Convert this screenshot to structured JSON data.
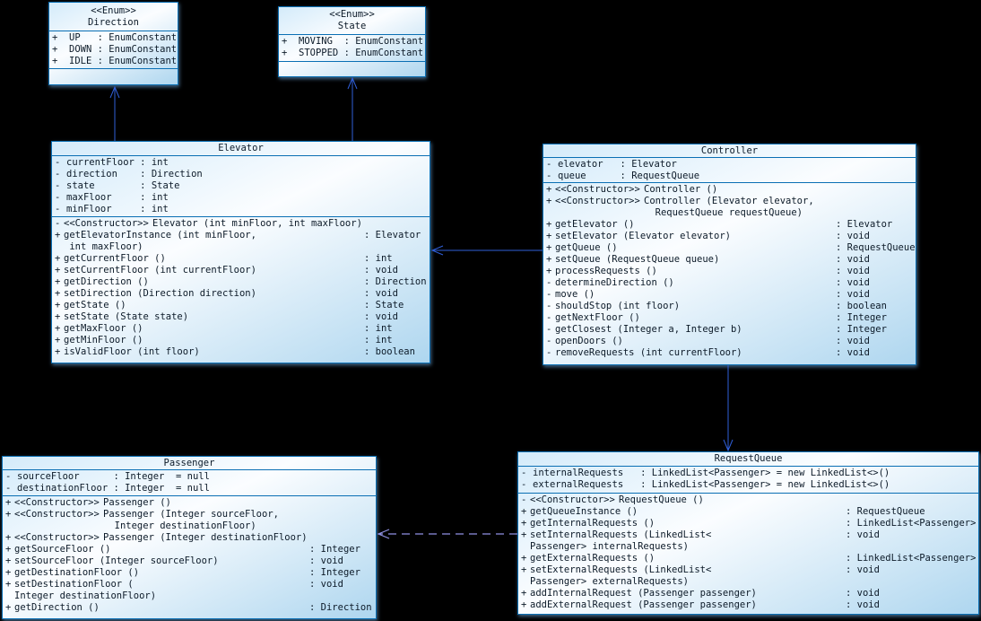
{
  "diagram": {
    "background": "#000000",
    "colors": {
      "box_border": "#0a6fb4",
      "box_fill_light": "#fbfdff",
      "box_fill_blue": "#aed6ef",
      "arrow_solid": "#2f5fd9",
      "arrow_dashed": "#8f90e2",
      "text": "#0c1a28"
    },
    "relations": [
      {
        "from": "Elevator",
        "to": "Direction",
        "type": "association",
        "style": "solid",
        "arrowhead": "open"
      },
      {
        "from": "Elevator",
        "to": "State",
        "type": "association",
        "style": "solid",
        "arrowhead": "open"
      },
      {
        "from": "Controller",
        "to": "Elevator",
        "type": "association",
        "style": "solid",
        "arrowhead": "open"
      },
      {
        "from": "Controller",
        "to": "RequestQueue",
        "type": "association",
        "style": "solid",
        "arrowhead": "open"
      },
      {
        "from": "RequestQueue",
        "to": "Passenger",
        "type": "dependency",
        "style": "dashed",
        "arrowhead": "open"
      }
    ]
  },
  "classes": [
    {
      "id": "direction",
      "stereotype": "<<Enum>>",
      "name": "Direction",
      "fields": [
        {
          "vis": "+",
          "name": "UP",
          "type": "EnumConstant"
        },
        {
          "vis": "+",
          "name": "DOWN",
          "type": "EnumConstant"
        },
        {
          "vis": "+",
          "name": "IDLE",
          "type": "EnumConstant"
        }
      ],
      "methods": []
    },
    {
      "id": "state",
      "stereotype": "<<Enum>>",
      "name": "State",
      "fields": [
        {
          "vis": "+",
          "name": "MOVING",
          "type": "EnumConstant"
        },
        {
          "vis": "+",
          "name": "STOPPED",
          "type": "EnumConstant"
        }
      ],
      "methods": []
    },
    {
      "id": "elevator",
      "name": "Elevator",
      "fields": [
        {
          "vis": "-",
          "name": "currentFloor",
          "type": "int"
        },
        {
          "vis": "-",
          "name": "direction",
          "type": "Direction"
        },
        {
          "vis": "-",
          "name": "state",
          "type": "State"
        },
        {
          "vis": "-",
          "name": "maxFloor",
          "type": "int"
        },
        {
          "vis": "-",
          "name": "minFloor",
          "type": "int"
        }
      ],
      "methods": [
        {
          "vis": "-",
          "stereo": "<<Constructor>>",
          "sig": "Elevator (int minFloor, int maxFloor)"
        },
        {
          "vis": "+",
          "sig": "getElevatorInstance (int minFloor,\n int maxFloor)",
          "ret": "Elevator"
        },
        {
          "vis": "+",
          "sig": "getCurrentFloor ()",
          "ret": "int"
        },
        {
          "vis": "+",
          "sig": "setCurrentFloor (int currentFloor)",
          "ret": "void"
        },
        {
          "vis": "+",
          "sig": "getDirection ()",
          "ret": "Direction"
        },
        {
          "vis": "+",
          "sig": "setDirection (Direction direction)",
          "ret": "void"
        },
        {
          "vis": "+",
          "sig": "getState ()",
          "ret": "State"
        },
        {
          "vis": "+",
          "sig": "setState (State state)",
          "ret": "void"
        },
        {
          "vis": "+",
          "sig": "getMaxFloor ()",
          "ret": "int"
        },
        {
          "vis": "+",
          "sig": "getMinFloor ()",
          "ret": "int"
        },
        {
          "vis": "+",
          "sig": "isValidFloor (int floor)",
          "ret": "boolean"
        }
      ]
    },
    {
      "id": "controller",
      "name": "Controller",
      "fields": [
        {
          "vis": "-",
          "name": "elevator",
          "type": "Elevator"
        },
        {
          "vis": "-",
          "name": "queue",
          "type": "RequestQueue"
        }
      ],
      "methods": [
        {
          "vis": "+",
          "stereo": "<<Constructor>>",
          "sig": "Controller ()"
        },
        {
          "vis": "+",
          "stereo": "<<Constructor>>",
          "sig": "Controller (Elevator elevator,\n  RequestQueue requestQueue)"
        },
        {
          "vis": "+",
          "sig": "getElevator ()",
          "ret": "Elevator"
        },
        {
          "vis": "+",
          "sig": "setElevator (Elevator elevator)",
          "ret": "void"
        },
        {
          "vis": "+",
          "sig": "getQueue ()",
          "ret": "RequestQueue"
        },
        {
          "vis": "+",
          "sig": "setQueue (RequestQueue queue)",
          "ret": "void"
        },
        {
          "vis": "+",
          "sig": "processRequests ()",
          "ret": "void"
        },
        {
          "vis": "-",
          "sig": "determineDirection ()",
          "ret": "void"
        },
        {
          "vis": "-",
          "sig": "move ()",
          "ret": "void"
        },
        {
          "vis": "-",
          "sig": "shouldStop (int floor)",
          "ret": "boolean"
        },
        {
          "vis": "-",
          "sig": "getNextFloor ()",
          "ret": "Integer"
        },
        {
          "vis": "-",
          "sig": "getClosest (Integer a, Integer b)",
          "ret": "Integer"
        },
        {
          "vis": "-",
          "sig": "openDoors ()",
          "ret": "void"
        },
        {
          "vis": "-",
          "sig": "removeRequests (int currentFloor)",
          "ret": "void"
        }
      ]
    },
    {
      "id": "passenger",
      "name": "Passenger",
      "fields": [
        {
          "vis": "-",
          "name": "sourceFloor",
          "type": "Integer",
          "default": "null"
        },
        {
          "vis": "-",
          "name": "destinationFloor",
          "type": "Integer",
          "default": "null"
        }
      ],
      "methods": [
        {
          "vis": "+",
          "stereo": "<<Constructor>>",
          "sig": "Passenger ()"
        },
        {
          "vis": "+",
          "stereo": "<<Constructor>>",
          "sig": "Passenger (Integer sourceFloor,\n  Integer destinationFloor)"
        },
        {
          "vis": "+",
          "stereo": "<<Constructor>>",
          "sig": "Passenger (Integer destinationFloor)"
        },
        {
          "vis": "+",
          "sig": "getSourceFloor ()",
          "ret": "Integer"
        },
        {
          "vis": "+",
          "sig": "setSourceFloor (Integer sourceFloor)",
          "ret": "void"
        },
        {
          "vis": "+",
          "sig": "getDestinationFloor ()",
          "ret": "Integer"
        },
        {
          "vis": "+",
          "sig": "setDestinationFloor (\nInteger destinationFloor)",
          "ret": "void"
        },
        {
          "vis": "+",
          "sig": "getDirection ()",
          "ret": "Direction"
        }
      ]
    },
    {
      "id": "requestqueue",
      "name": "RequestQueue",
      "fields": [
        {
          "vis": "-",
          "name": "internalRequests",
          "type": "LinkedList<Passenger>",
          "default": "new LinkedList<>()"
        },
        {
          "vis": "-",
          "name": "externalRequests",
          "type": "LinkedList<Passenger>",
          "default": "new LinkedList<>()"
        }
      ],
      "methods": [
        {
          "vis": "-",
          "stereo": "<<Constructor>>",
          "sig": "RequestQueue ()"
        },
        {
          "vis": "+",
          "sig": "getQueueInstance ()",
          "ret": "RequestQueue"
        },
        {
          "vis": "+",
          "sig": "getInternalRequests ()",
          "ret": "LinkedList<Passenger>"
        },
        {
          "vis": "+",
          "sig": "setInternalRequests (LinkedList<\nPassenger> internalRequests)",
          "ret": "void"
        },
        {
          "vis": "+",
          "sig": "getExternalRequests ()",
          "ret": "LinkedList<Passenger>"
        },
        {
          "vis": "+",
          "sig": "setExternalRequests (LinkedList<\nPassenger> externalRequests)",
          "ret": "void"
        },
        {
          "vis": "+",
          "sig": "addInternalRequest (Passenger passenger)",
          "ret": "void"
        },
        {
          "vis": "+",
          "sig": "addExternalRequest (Passenger passenger)",
          "ret": "void"
        }
      ]
    }
  ]
}
